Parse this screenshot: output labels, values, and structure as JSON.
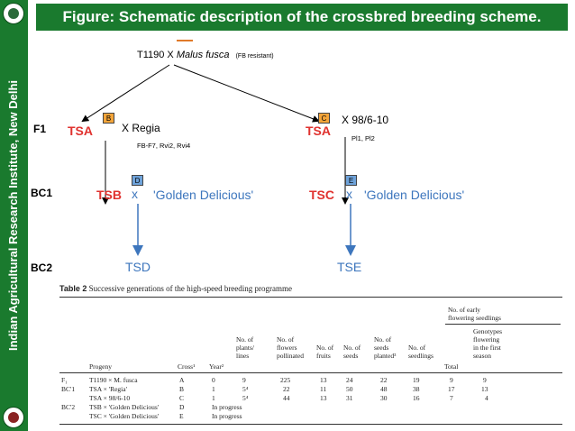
{
  "sidebar": {
    "institute": "Indian Agricultural Research Institute, New Delhi"
  },
  "header": {
    "title": "Figure:  Schematic description of the crossbred breeding scheme."
  },
  "diagram": {
    "cross": {
      "parent1": "T1190 X ",
      "parent2": "Malus fusca",
      "note": "(FB resistant)"
    },
    "generations": [
      "F1",
      "BC1",
      "BC2"
    ],
    "f1_left": {
      "node": "TSA",
      "box": "B",
      "cross": "X  Regia",
      "markers": "FB-F7, Rvi2, Rvi4"
    },
    "f1_right": {
      "node": "TSA",
      "box": "C",
      "cross": "X 98/6-10",
      "markers": "Pl1, Pl2"
    },
    "bc1_left": {
      "node": "TSB",
      "x": "x",
      "box": "D",
      "partner": "'Golden Delicious'"
    },
    "bc1_right": {
      "node": "TSC",
      "x": "x",
      "box": "E",
      "partner": "'Golden Delicious'"
    },
    "bc2_left": {
      "node": "TSD"
    },
    "bc2_right": {
      "node": "TSE"
    },
    "colors": {
      "green": "#1a7a2e",
      "red": "#e0322f",
      "blue": "#3d76bd",
      "box_b": "#f4a53a",
      "box_c": "#f4a53a",
      "box_d": "#6fa3da",
      "box_e": "#6fa3da"
    }
  },
  "table": {
    "label": "Table 2",
    "title": "Successive generations of the high-speed breeding programme",
    "headers": {
      "progeny": "Progeny",
      "cross": "Cross¹",
      "year": "Year²",
      "plants": [
        "No. of",
        "plants/",
        "lines"
      ],
      "flowers": [
        "No. of",
        "flowers",
        "pollinated"
      ],
      "fruits": [
        "No. of",
        "fruits"
      ],
      "seeds": [
        "No. of",
        "seeds"
      ],
      "planted": [
        "No. of",
        "seeds",
        "planted³"
      ],
      "seedlings": [
        "No. of",
        "seedlings"
      ],
      "early_group": [
        "No. of early",
        "flowering seedlings"
      ],
      "total": "Total",
      "genotypes": [
        "Genotypes",
        "flowering",
        "in the first",
        "season"
      ]
    },
    "rows": [
      {
        "gen": "F₁",
        "progeny": "T1190 × M. fusca",
        "cross": "A",
        "year": "0",
        "plants": "9",
        "flowers": "225",
        "fruits": "13",
        "seeds": "24",
        "planted": "22",
        "seedlings": "19",
        "total": "9",
        "genotypes": "9"
      },
      {
        "gen": "BC'1",
        "progeny": "TSA × 'Regia'",
        "cross": "B",
        "year": "1",
        "plants": "5⁴",
        "flowers": "22",
        "fruits": "11",
        "seeds": "50",
        "planted": "48",
        "seedlings": "38",
        "total": "17",
        "genotypes": "13"
      },
      {
        "gen": "",
        "progeny": "TSA × 98/6-10",
        "cross": "C",
        "year": "1",
        "plants": "5⁴",
        "flowers": "44",
        "fruits": "13",
        "seeds": "31",
        "planted": "30",
        "seedlings": "16",
        "total": "7",
        "genotypes": "4"
      },
      {
        "gen": "BC'2",
        "progeny": "TSB × 'Golden Delicious'",
        "cross": "D",
        "year": "In progress",
        "plants": "",
        "flowers": "",
        "fruits": "",
        "seeds": "",
        "planted": "",
        "seedlings": "",
        "total": "",
        "genotypes": ""
      },
      {
        "gen": "",
        "progeny": "TSC × 'Golden Delicious'",
        "cross": "E",
        "year": "In progress",
        "plants": "",
        "flowers": "",
        "fruits": "",
        "seeds": "",
        "planted": "",
        "seedlings": "",
        "total": "",
        "genotypes": ""
      }
    ]
  }
}
